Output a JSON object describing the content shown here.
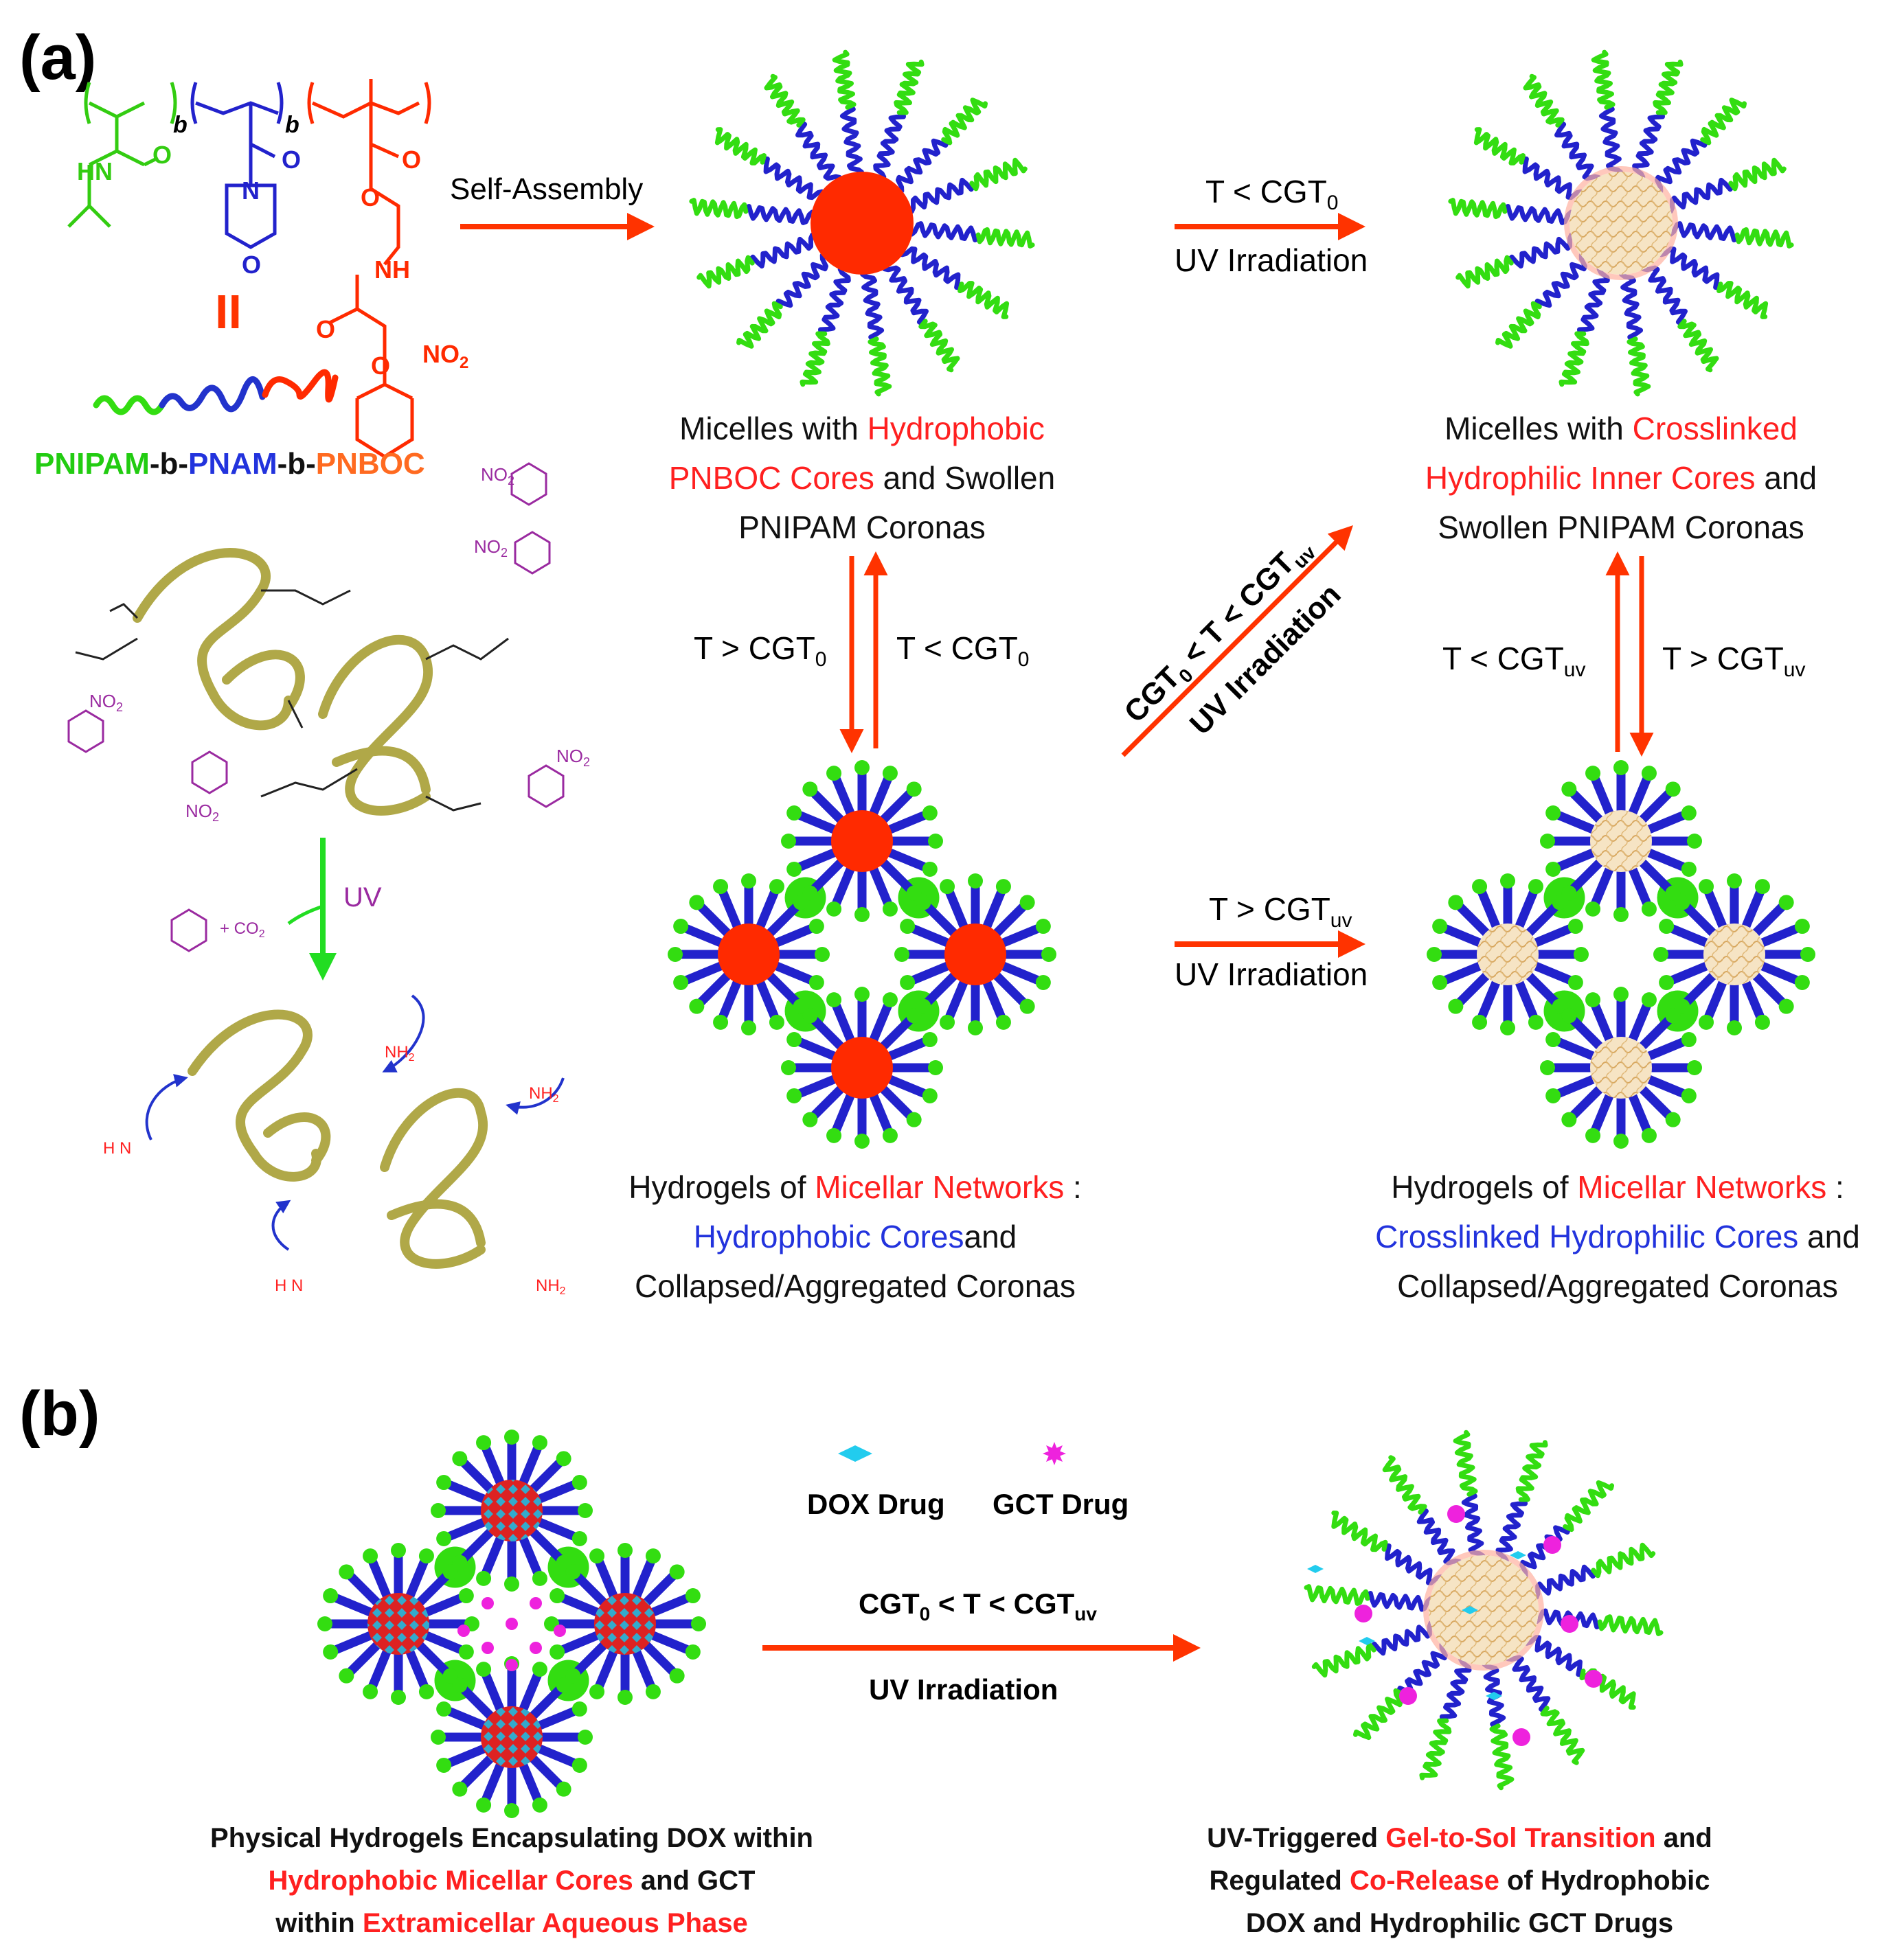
{
  "panels": {
    "a": "(a)",
    "b": "(b)"
  },
  "colors": {
    "nipam": "#33dd11",
    "nam": "#2222cc",
    "nboc": "#ff2a00",
    "arrow": "#ff3300",
    "uv_green": "#22dd22",
    "olive": "#a8a040",
    "purple": "#9a2aa0",
    "core_fill": "#f5e3c3",
    "dox": "#22ccee",
    "gct": "#ee22dd"
  },
  "chemistry": {
    "b1": "b",
    "b2": "b",
    "hn": "HN",
    "o": "O",
    "n": "N",
    "nh": "NH",
    "no2": "NO",
    "equals": "II",
    "name": [
      {
        "t": "PNIPAM",
        "c": "g"
      },
      {
        "t": "-b-",
        "c": "k"
      },
      {
        "t": "PNAM",
        "c": "b"
      },
      {
        "t": "-b-",
        "c": "k"
      },
      {
        "t": "PNBOC",
        "c": "o"
      }
    ],
    "uv": "UV",
    "byproduct": "+ CO",
    "amine": "NH",
    "h2n": "H N"
  },
  "arrows": {
    "self_assembly": "Self-Assembly",
    "t_lt_cgt0": "T < CGT",
    "t_gt_cgt0": "T > CGT",
    "sub0": "0",
    "subuv": "uv",
    "uv_irradiation": "UV Irradiation",
    "diag_top": "CGT",
    "diag_mid": " < T < CGT",
    "t_lt_cgtuv": "T < CGT",
    "t_gt_cgtuv": "T > CGT",
    "bottom_t": "T > CGT"
  },
  "captions": {
    "micelle1": [
      [
        {
          "t": "Micelles with ",
          "c": "k"
        },
        {
          "t": "Hydrophobic",
          "c": "r"
        }
      ],
      [
        {
          "t": "PNBOC Cores",
          "c": "r"
        },
        {
          "t": " and Swollen",
          "c": "k"
        }
      ],
      [
        {
          "t": "PNIPAM Coronas",
          "c": "k"
        }
      ]
    ],
    "micelle2": [
      [
        {
          "t": "Micelles with ",
          "c": "k"
        },
        {
          "t": "Crosslinked",
          "c": "r"
        }
      ],
      [
        {
          "t": "Hydrophilic Inner Cores",
          "c": "r"
        },
        {
          "t": " and",
          "c": "k"
        }
      ],
      [
        {
          "t": "Swollen PNIPAM Coronas",
          "c": "k"
        }
      ]
    ],
    "hydrogel1": [
      [
        {
          "t": "Hydrogels of ",
          "c": "k"
        },
        {
          "t": "Micellar Networks",
          "c": "r"
        },
        {
          "t": " :",
          "c": "k"
        }
      ],
      [
        {
          "t": "Hydrophobic Cores",
          "c": "b"
        },
        {
          "t": "and",
          "c": "k"
        }
      ],
      [
        {
          "t": "Collapsed/Aggregated Coronas",
          "c": "k"
        }
      ]
    ],
    "hydrogel2": [
      [
        {
          "t": "Hydrogels of ",
          "c": "k"
        },
        {
          "t": "Micellar Networks",
          "c": "r"
        },
        {
          "t": " :",
          "c": "k"
        }
      ],
      [
        {
          "t": "Crosslinked Hydrophilic Cores",
          "c": "b"
        },
        {
          "t": " and",
          "c": "k"
        }
      ],
      [
        {
          "t": "Collapsed/Aggregated Coronas",
          "c": "k"
        }
      ]
    ]
  },
  "panel_b": {
    "dox": "DOX Drug",
    "gct": "GCT Drug",
    "cond_a": "CGT",
    "cond_b": " < T < CGT",
    "uv": "UV Irradiation",
    "left_caption": [
      [
        {
          "t": "Physical Hydrogels Encapsulating DOX within",
          "c": "k"
        }
      ],
      [
        {
          "t": "Hydrophobic Micellar Cores",
          "c": "r"
        },
        {
          "t": " and GCT",
          "c": "k"
        }
      ],
      [
        {
          "t": "within ",
          "c": "k"
        },
        {
          "t": "Extramicellar Aqueous Phase",
          "c": "r"
        }
      ]
    ],
    "right_caption": [
      [
        {
          "t": "UV-Triggered ",
          "c": "k"
        },
        {
          "t": "Gel-to-Sol Transition",
          "c": "r"
        },
        {
          "t": " and",
          "c": "k"
        }
      ],
      [
        {
          "t": "Regulated ",
          "c": "k"
        },
        {
          "t": "Co-Release",
          "c": "r"
        },
        {
          "t": " of Hydrophobic",
          "c": "k"
        }
      ],
      [
        {
          "t": "DOX and Hydrophilic GCT Drugs",
          "c": "k"
        }
      ]
    ]
  }
}
